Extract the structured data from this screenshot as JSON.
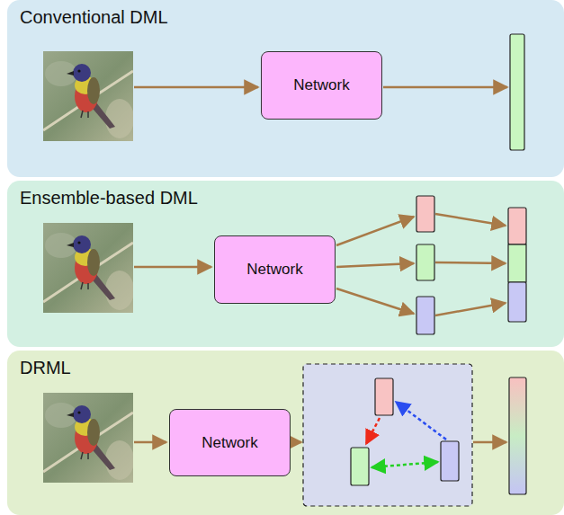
{
  "diagram": {
    "nodes": [
      {
        "text": [
          "Conventional DML"
        ]
      },
      {
        "text": [
          "Network"
        ],
        "in": 0
      },
      {
        "text": [
          "Ensemble-based DML"
        ]
      },
      {
        "text": [
          "Network"
        ],
        "in": 2
      },
      {
        "text": [
          "DRML"
        ]
      },
      {
        "text": [
          "Network"
        ],
        "in": 4
      }
    ]
  }
}
